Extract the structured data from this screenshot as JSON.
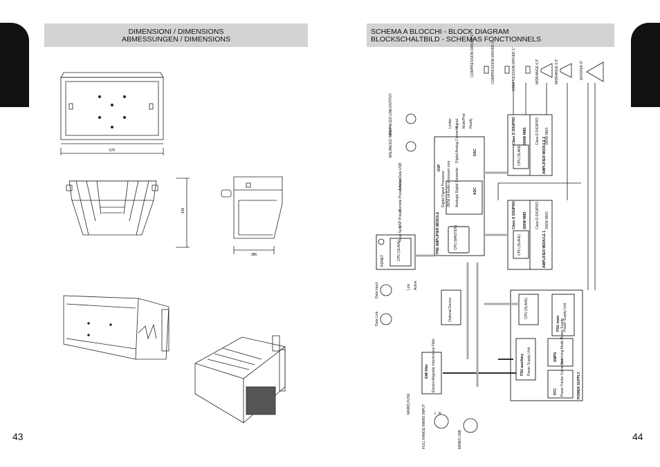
{
  "left_page": {
    "header_line1": "DIMENSIONI / DIMENSIONS",
    "header_line2": "ABMESSUNGEN / DIMENSIONS",
    "page_number": "43",
    "dims": {
      "width": "570",
      "height": "429",
      "depth": "386"
    }
  },
  "right_page": {
    "header_line1": "SCHEMA  A BLOCCHI - BLOCK DIAGRAM",
    "header_line2": "BLOCKSCHALTBILD - SCHEMAS FONCTIONNELS",
    "page_number": "44",
    "diagram": {
      "drivers": [
        "COMPRESSION DRIVER 1\"",
        "COMPRESSION DRIVER 1\"",
        "COMPRESSION DRIVER 1\"",
        "MIDRANGE 6,5\"",
        "MIDRANGE 6,5\"",
        "WOOFER 8\""
      ],
      "balanced_link": "BALANCED LINK/OUTPUT",
      "balanced_input": "BALANCED INPUT",
      "leds": [
        "Limiter",
        "Signal",
        "Mute/Prot",
        "Ready"
      ],
      "service": [
        "Service Data USB",
        "Remote Preset Active",
        "DSP Preset",
        "Input Sens"
      ],
      "dsp_title": "DSP",
      "dsp_sub": "Digital Signal Processor",
      "dsp_spec": "28/56 bit Audio processor core",
      "dac_label": "Digital Analog Converter",
      "adc_label": "Analogic Digital Converter",
      "dac": "DAC",
      "adc": "ADC",
      "pre_amp": "PRE AMPLIFIER MODULE",
      "cpu_master": "CPU (MASTER)",
      "cpu_slave": "CPU (SLAVE)",
      "rdnet": "RDNET",
      "data_input": "Data Input",
      "data_link": "Data Link",
      "link": "Link",
      "active": "Active",
      "optional_device": "Optional Device",
      "class_d": "Class D DIGIPRO",
      "class_d_power": "300W RMS",
      "amp_module_1": "AMPLIFIER MODULE 1",
      "amp_module_2": "AMPLIFIER MODULE 2",
      "psu_main": "PSU main",
      "psu_main_sub": "Power Supply Unit",
      "psu_aux": "PSU auxiliary",
      "psu_aux_sub": "Power Supply Unit",
      "smps": "SMPS",
      "smps_sub": "Switching Mode Power Supply",
      "pfc": "PFC",
      "pfc_sub": "Power Factor Correction",
      "power_supply": "POWER SUPPLY",
      "emi": "EMI filter",
      "emi_sub": "Electro-Magnetic Interference Filter",
      "mains_fuse": "MAINS FUSE",
      "full_range": "FULL RANGE MAINS INPUT",
      "mains_link": "MAINS LINK",
      "l": "L",
      "n": "N"
    }
  }
}
